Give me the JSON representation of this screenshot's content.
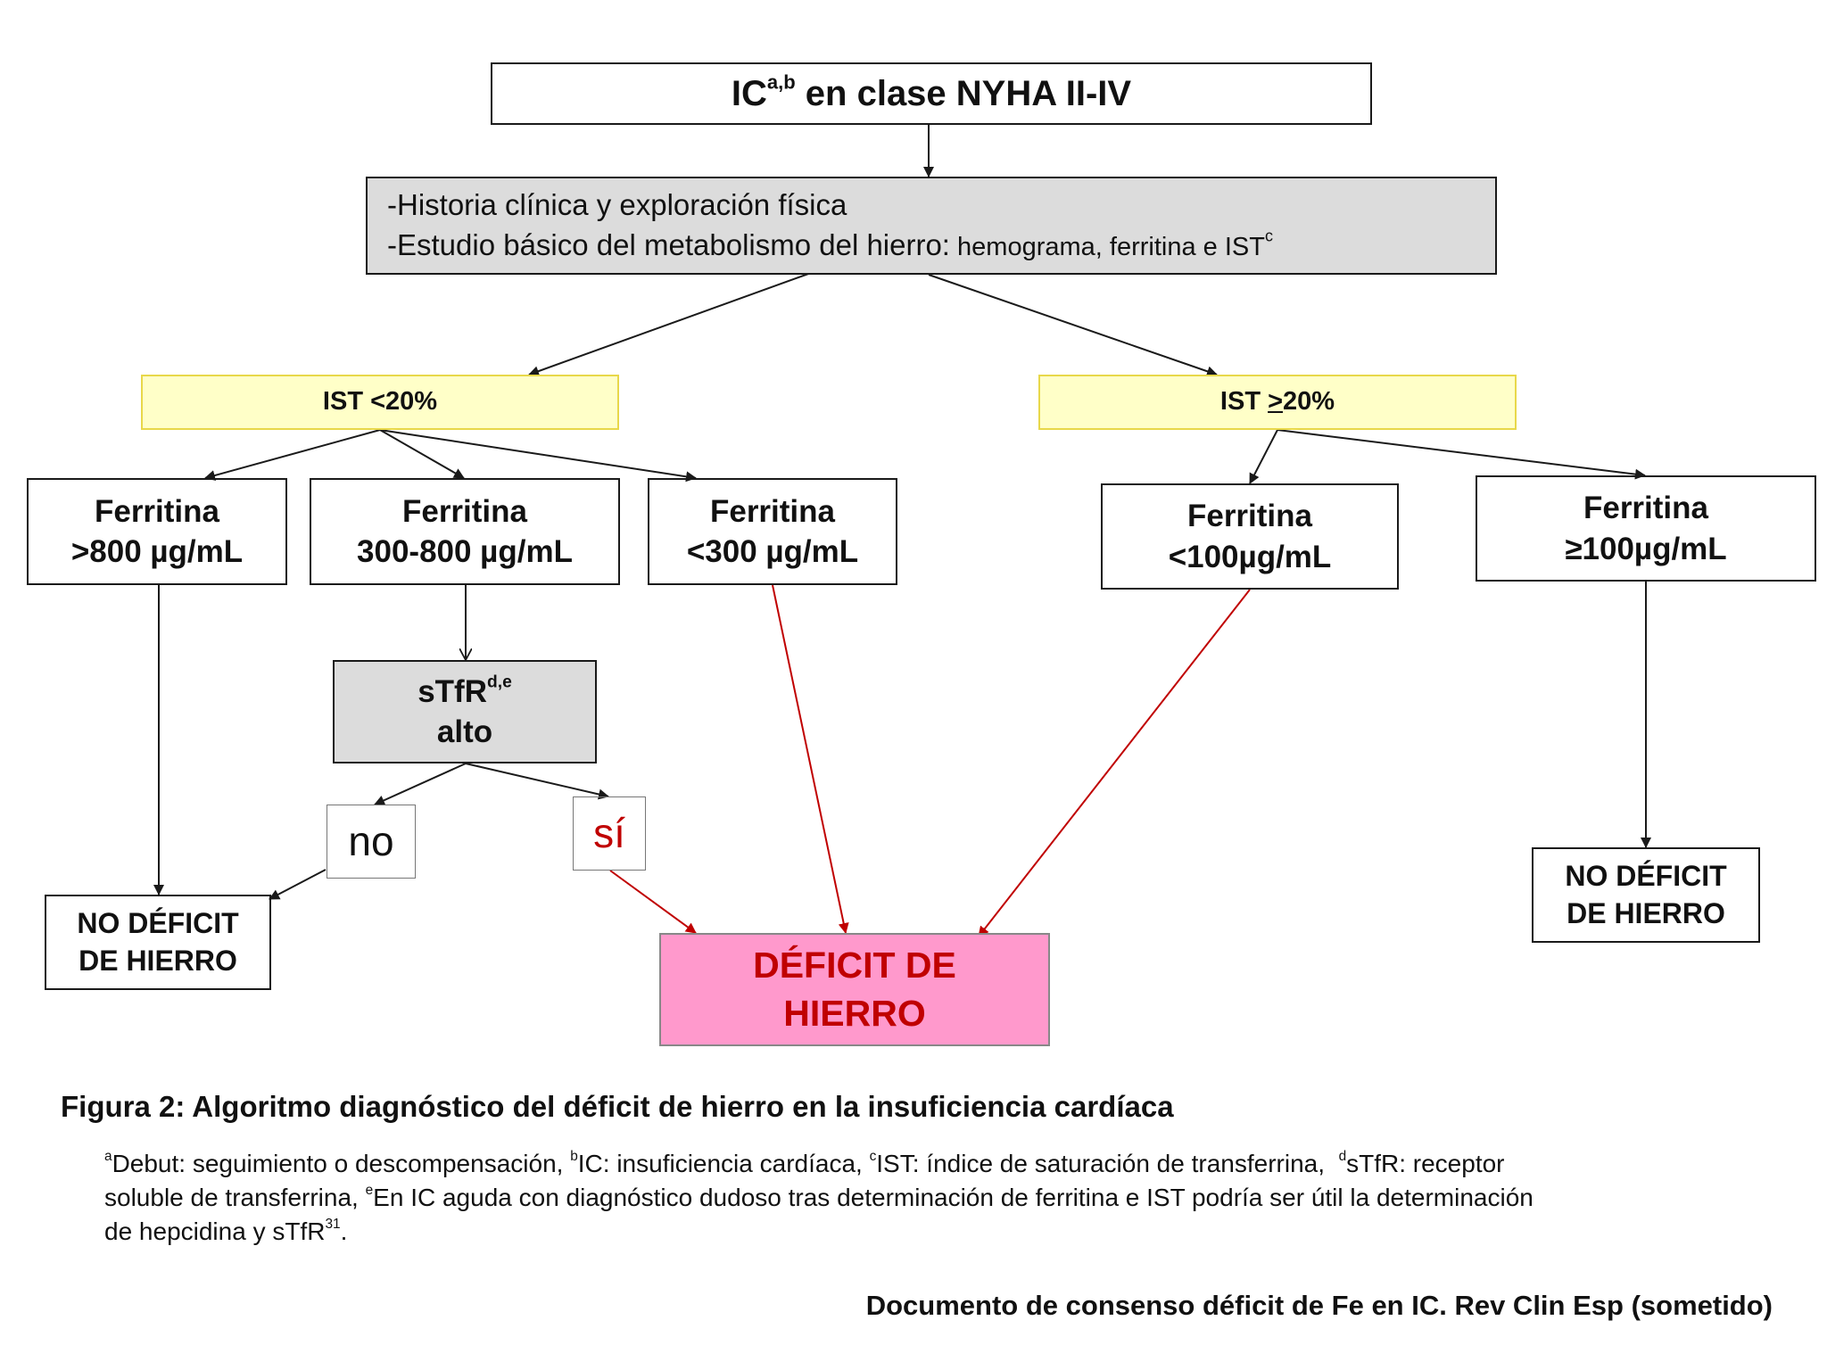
{
  "colors": {
    "arrow": "#1a1a1a",
    "arrow_red": "#c00000",
    "gray_fill": "#dcdcdc",
    "yellow_fill": "#ffffc8",
    "yellow_border": "#e8d84a",
    "pink_fill": "#ff99cc",
    "red_text": "#c00000"
  },
  "nodes": {
    "top": {
      "text": "IC",
      "sup": "a,b",
      "rest": " en clase NYHA II-IV"
    },
    "workup": {
      "line1": "-Historia clínica y exploración física",
      "line2_big": "-Estudio básico del metabolismo del hierro:",
      "line2_small": " hemograma, ferritina e IST",
      "sup": "c"
    },
    "ist_low": {
      "text": "IST <20%"
    },
    "ist_high": {
      "before": "IST ",
      "underlined": ">",
      "after": "20%"
    },
    "ferr_gt800": {
      "line1": "Ferritina",
      "line2": ">800 µg/mL"
    },
    "ferr_300_800": {
      "line1": "Ferritina",
      "line2": "300-800 µg/mL"
    },
    "ferr_lt300": {
      "line1": "Ferritina",
      "line2": "<300 µg/mL"
    },
    "ferr_lt100": {
      "line1": "Ferritina",
      "line2": "<100µg/mL"
    },
    "ferr_ge100": {
      "line1": "Ferritina",
      "line2": "≥100µg/mL"
    },
    "stfr": {
      "line1": "sTfR",
      "sup": "d,e",
      "line2": "alto"
    },
    "no": {
      "text": "no"
    },
    "si": {
      "text": "sí"
    },
    "no_deficit_left": {
      "line1": "NO DÉFICIT",
      "line2": "DE HIERRO"
    },
    "no_deficit_right": {
      "line1": "NO DÉFICIT",
      "line2": "DE HIERRO"
    },
    "deficit": {
      "line1": "DÉFICIT DE",
      "line2": "HIERRO"
    }
  },
  "caption": {
    "title": "Figura 2: Algoritmo diagnóstico del déficit de hierro en la insuficiencia cardíaca",
    "footnote_line1": [
      {
        "sup": "a",
        "text": "Debut: seguimiento o descompensación, "
      },
      {
        "sup": "b",
        "text": "IC: insuficiencia cardíaca, "
      },
      {
        "sup": "c",
        "text": "IST: índice de saturación de transferrina,  "
      },
      {
        "sup": "d",
        "text": "sTfR: receptor"
      }
    ],
    "footnote_line2_text": "soluble de transferrina, ",
    "footnote_line2_sup": "e",
    "footnote_line2_rest": "En IC aguda con diagnóstico dudoso tras determinación de ferritina e IST podría ser útil la determinación",
    "footnote_line3_text": "de hepcidina y sTfR",
    "footnote_line3_sup": "31",
    "footnote_line3_end": ".",
    "source": "Documento de consenso déficit de Fe en IC. Rev Clin Esp (sometido)"
  }
}
